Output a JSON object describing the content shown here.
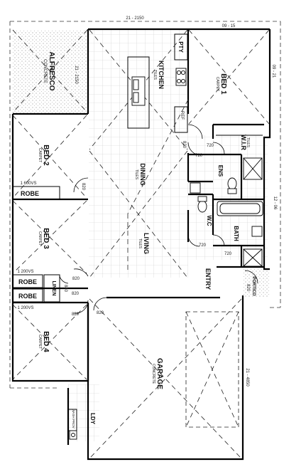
{
  "dims": {
    "top_overall": "21 - 2150",
    "top_right": "09 - 15",
    "right_top": "09 - 21",
    "right_mid": "12 - 06",
    "right_garage": "21 - 4850",
    "alfresco_width": "21 - 2150"
  },
  "rooms": {
    "alfresco": {
      "name": "ALFRESCO",
      "finish": "CONCRETE"
    },
    "kitchen": {
      "name": "KITCHEN",
      "finish": "TILES"
    },
    "pty": {
      "name": "PTY"
    },
    "bed1": {
      "name": "BED 1",
      "finish": "CARPET"
    },
    "bed2": {
      "name": "BED 2",
      "finish": "CARPET"
    },
    "bed3": {
      "name": "BED 3",
      "finish": "CARPET"
    },
    "bed4": {
      "name": "BED 4",
      "finish": "CARPET"
    },
    "dining": {
      "name": "DINING",
      "finish": "TILES"
    },
    "living": {
      "name": "LIVING",
      "finish": "TILES"
    },
    "wir": {
      "name": "W.I.R",
      "finish": "TILES"
    },
    "ens": {
      "name": "ENS"
    },
    "wc": {
      "name": "W.C"
    },
    "bath": {
      "name": "BATH"
    },
    "entry": {
      "name": "ENTRY"
    },
    "portico": {
      "name": "PORTICO"
    },
    "garage": {
      "name": "GARAGE",
      "finish": "CONCRETE"
    },
    "ldy": {
      "name": "LDY"
    },
    "linen": {
      "name": "LINEN"
    },
    "ref": {
      "name": "REF"
    },
    "robe_bed2": {
      "name": "ROBE",
      "size": "1 600VS"
    },
    "robe_bed3": {
      "name": "ROBE",
      "size": "1 200VS"
    },
    "robe_bed4": {
      "name": "ROBE",
      "size": "1 200VS"
    },
    "wash_prov": {
      "name": "WASH PROV"
    }
  },
  "doors": {
    "d_bed2": "820",
    "d_bed3": "820",
    "d_bed4": "820",
    "d_linen": "840",
    "d_hall": "820",
    "d_garage": "820",
    "d_wir": "820",
    "d_ens": "720",
    "d_wir2": "720",
    "d_wc": "720",
    "d_bath": "720",
    "d_entry": "820"
  }
}
